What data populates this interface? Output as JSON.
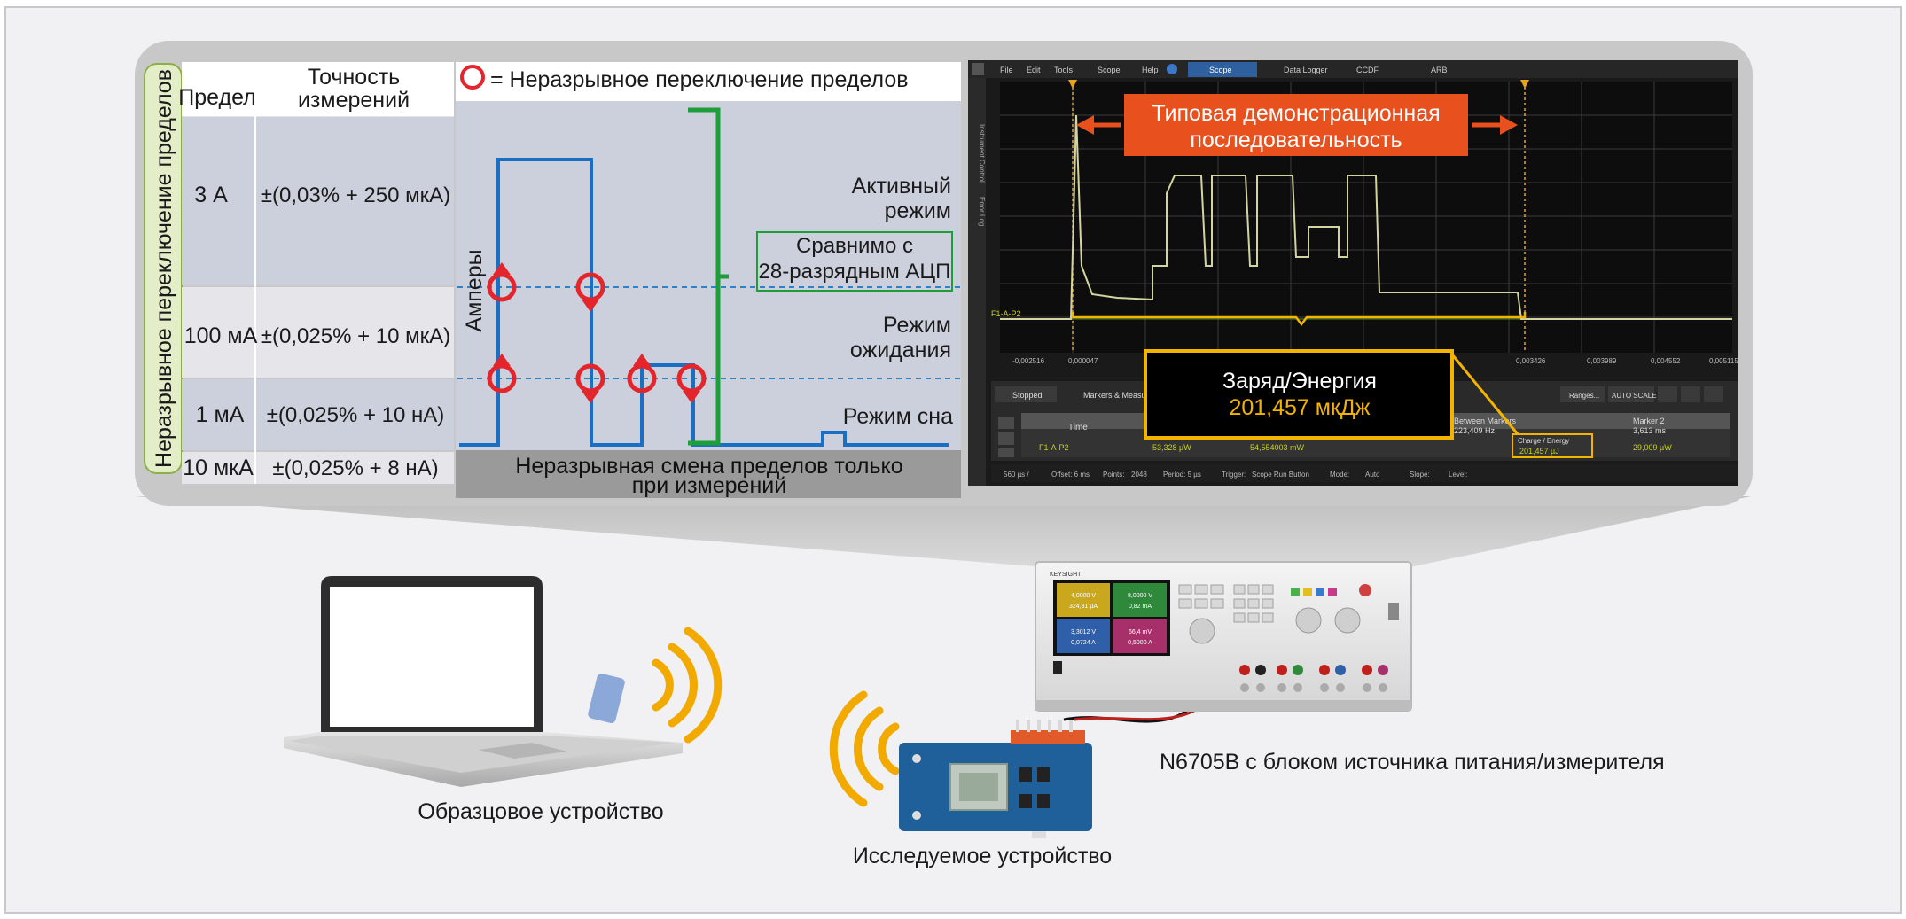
{
  "table": {
    "side_label": "Неразрывное переключение пределов",
    "header_range": "Предел",
    "header_accuracy_line1": "Точность",
    "header_accuracy_line2": "измерений",
    "rows": [
      {
        "range": "3 А",
        "accuracy": "±(0,03% + 250 мкА)"
      },
      {
        "range": "100 мА",
        "accuracy": "±(0,025% + 10 мкА)"
      },
      {
        "range": "1 мА",
        "accuracy": "±(0,025% + 10 нА)"
      },
      {
        "range": "10 мкА",
        "accuracy": "±(0,025% + 8 нА)"
      }
    ]
  },
  "waveform": {
    "legend": "= Неразрывное переключение пределов",
    "y_label": "Амперы",
    "active_line1": "Активный",
    "active_line2": "режим",
    "comparable_line1": "Сравнимо с",
    "comparable_line2": "28-разрядным АЦП",
    "standby_line1": "Режим",
    "standby_line2": "ожидания",
    "sleep": "Режим сна",
    "footer_line1": "Неразрывная смена пределов только",
    "footer_line2": "при измерений"
  },
  "scope": {
    "menu": [
      "File",
      "Edit",
      "Tools",
      "Scope",
      "Help"
    ],
    "tabs": [
      "Scope",
      "Data Logger",
      "CCDF",
      "ARB"
    ],
    "side_tabs": [
      "Instrument Control",
      "Error Log"
    ],
    "demo_line1": "Типовая демонстрационная",
    "demo_line2": "последовательность",
    "charge_label": "Заряд/Энергия",
    "charge_value": "201,457 мкДж",
    "channel": "F1-A-P2",
    "x_ticks": [
      "-0,002516",
      "0,000047",
      "0,003426",
      "0,003989",
      "0,004552",
      "0,005115"
    ],
    "status": "Stopped",
    "markers_tab": "Markers & Measurements",
    "ranges_btn": "Ranges...",
    "autoscale_btn": "AUTO SCALE",
    "table_time": "Time",
    "table_channel": "F1-A-P2",
    "table_between": "Between Markers",
    "table_between_val": "223,409 Hz",
    "table_charge_header": "Charge / Energy",
    "table_charge_val": "201,457 µJ",
    "table_cell1": "53,328 µW",
    "table_cell2": "54,554003 mW",
    "table_marker2": "Marker 2",
    "table_marker2_time": "3,613 ms",
    "table_marker2_val": "29,009 µW",
    "bottom_bar": [
      "560 µs /",
      "Offset: 6 ms",
      "Points:",
      "2048",
      "Period: 5 µs",
      "Trigger:",
      "Scope Run Button",
      "Mode:",
      "Auto",
      "Slope:",
      "Level:"
    ]
  },
  "devices": {
    "reference": "Образцовое устройство",
    "dut": "Исследуемое устройство",
    "instrument": "N6705B с блоком источника питания/измерителя",
    "brand": "KEYSIGHT",
    "ch1_v": "4,0000 V",
    "ch1_a": "324,31 µA",
    "ch2_v": "8,0000 V",
    "ch2_a": "0,82 mA",
    "ch3_v": "3,3012 V",
    "ch3_a": "0,0724 A",
    "ch4_v": "66,4 mV",
    "ch4_a": "0,5000 A"
  },
  "colors": {
    "accent_orange": "#e8501e",
    "charge_yellow": "#f3b400",
    "range_green": "#1e9e3a",
    "signal_blue": "#1a6fc2",
    "switch_red": "#e2262c",
    "wifi_yellow": "#f2a900"
  }
}
